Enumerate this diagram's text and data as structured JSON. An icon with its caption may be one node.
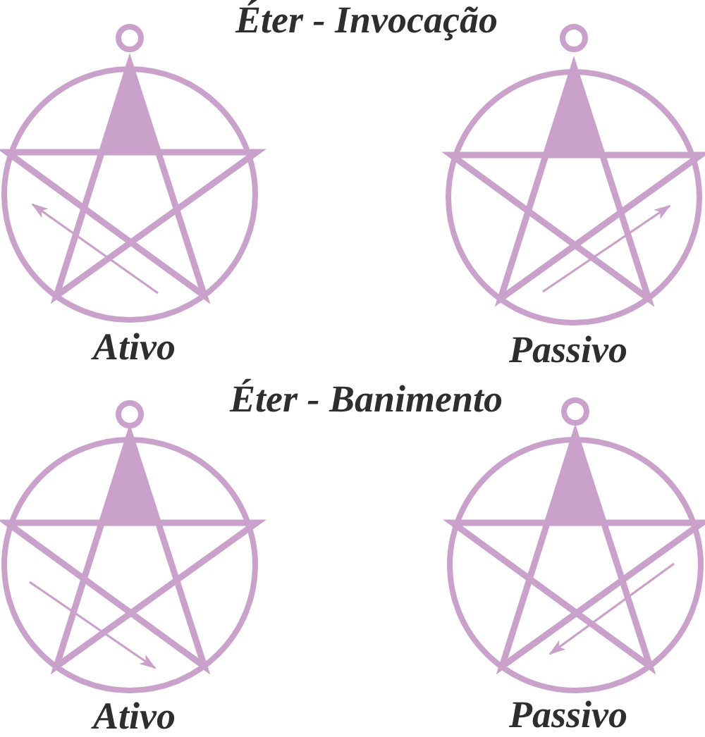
{
  "diagram": {
    "labels": [
      "Éter - Invocação",
      "Ativo",
      "Passivo",
      "Éter - Banimento",
      "Ativo",
      "Passivo"
    ]
  }
}
